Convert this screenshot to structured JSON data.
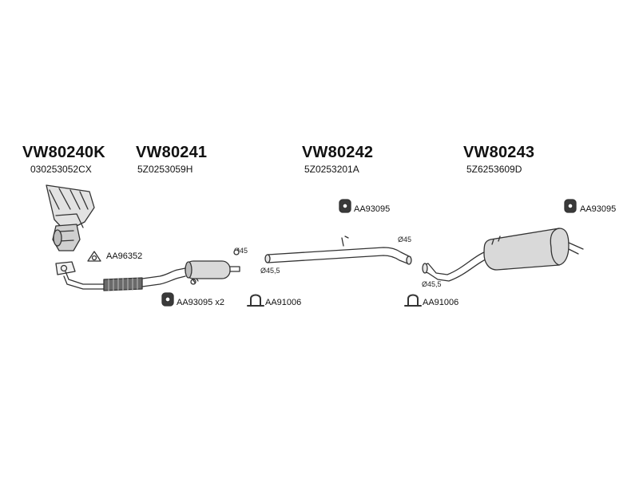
{
  "groups": [
    {
      "code": "VW80240K",
      "oem": "030253052CX"
    },
    {
      "code": "VW80241",
      "oem": "5Z0253059H"
    },
    {
      "code": "VW80242",
      "oem": "5Z0253201A"
    },
    {
      "code": "VW80243",
      "oem": "5Z6253609D"
    }
  ],
  "fittings": {
    "gasket": "AA96352",
    "hanger_1": "AA93095 x2",
    "clamp_1": "AA91006",
    "hanger_2": "AA93095",
    "clamp_2": "AA91006",
    "hanger_3": "AA93095"
  },
  "diameters": {
    "d1": "Ø45",
    "d2": "Ø45,5",
    "d3": "Ø45",
    "d4": "Ø45,5"
  },
  "colors": {
    "line": "#333333",
    "fill": "#d9d9d9",
    "dark": "#555555"
  }
}
